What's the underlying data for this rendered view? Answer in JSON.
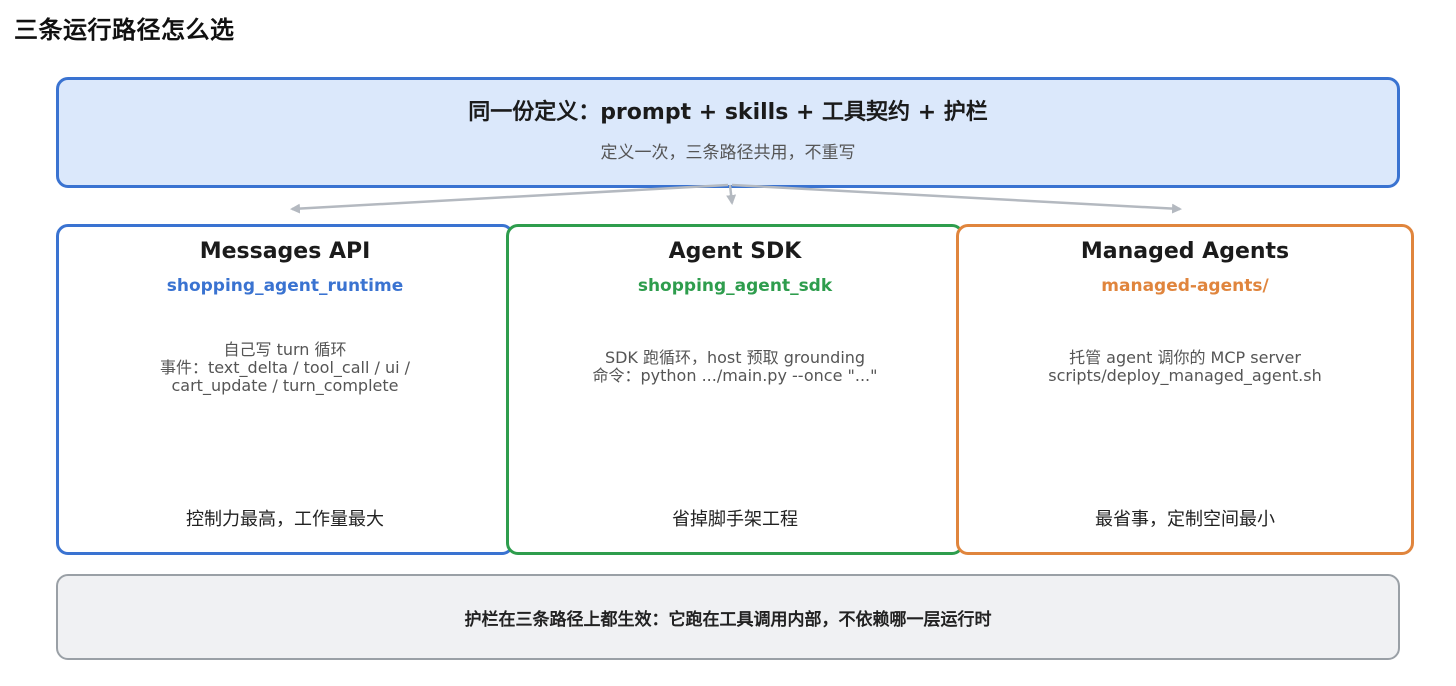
{
  "page": {
    "title": "三条运行路径怎么选"
  },
  "definition": {
    "title": "同一份定义：prompt + skills + 工具契约 + 护栏",
    "subtitle": "定义一次，三条路径共用，不重写"
  },
  "paths": [
    {
      "title": "Messages API",
      "code": "shopping_agent_runtime",
      "desc": [
        "自己写 turn 循环",
        "事件：text_delta / tool_call / ui /",
        "cart_update / turn_complete"
      ],
      "note": "控制力最高，工作量最大",
      "color": "#3a73d1"
    },
    {
      "title": "Agent SDK",
      "code": "shopping_agent_sdk",
      "desc": [
        "SDK 跑循环，host 预取 grounding",
        "命令：python .../main.py --once \"...\""
      ],
      "note": "省掉脚手架工程",
      "color": "#2e9d4d"
    },
    {
      "title": "Managed Agents",
      "code": "managed-agents/",
      "desc": [
        "托管 agent 调你的 MCP server",
        "scripts/deploy_managed_agent.sh"
      ],
      "note": "最省事，定制空间最小",
      "color": "#e0853d"
    }
  ],
  "guardrail": {
    "text": "护栏在三条路径上都生效：它跑在工具调用内部，不依赖哪一层运行时"
  },
  "colors": {
    "definition_fill": "#dbe8fb",
    "arrow": "#b4b9c0",
    "guard_fill": "#f0f1f3"
  }
}
